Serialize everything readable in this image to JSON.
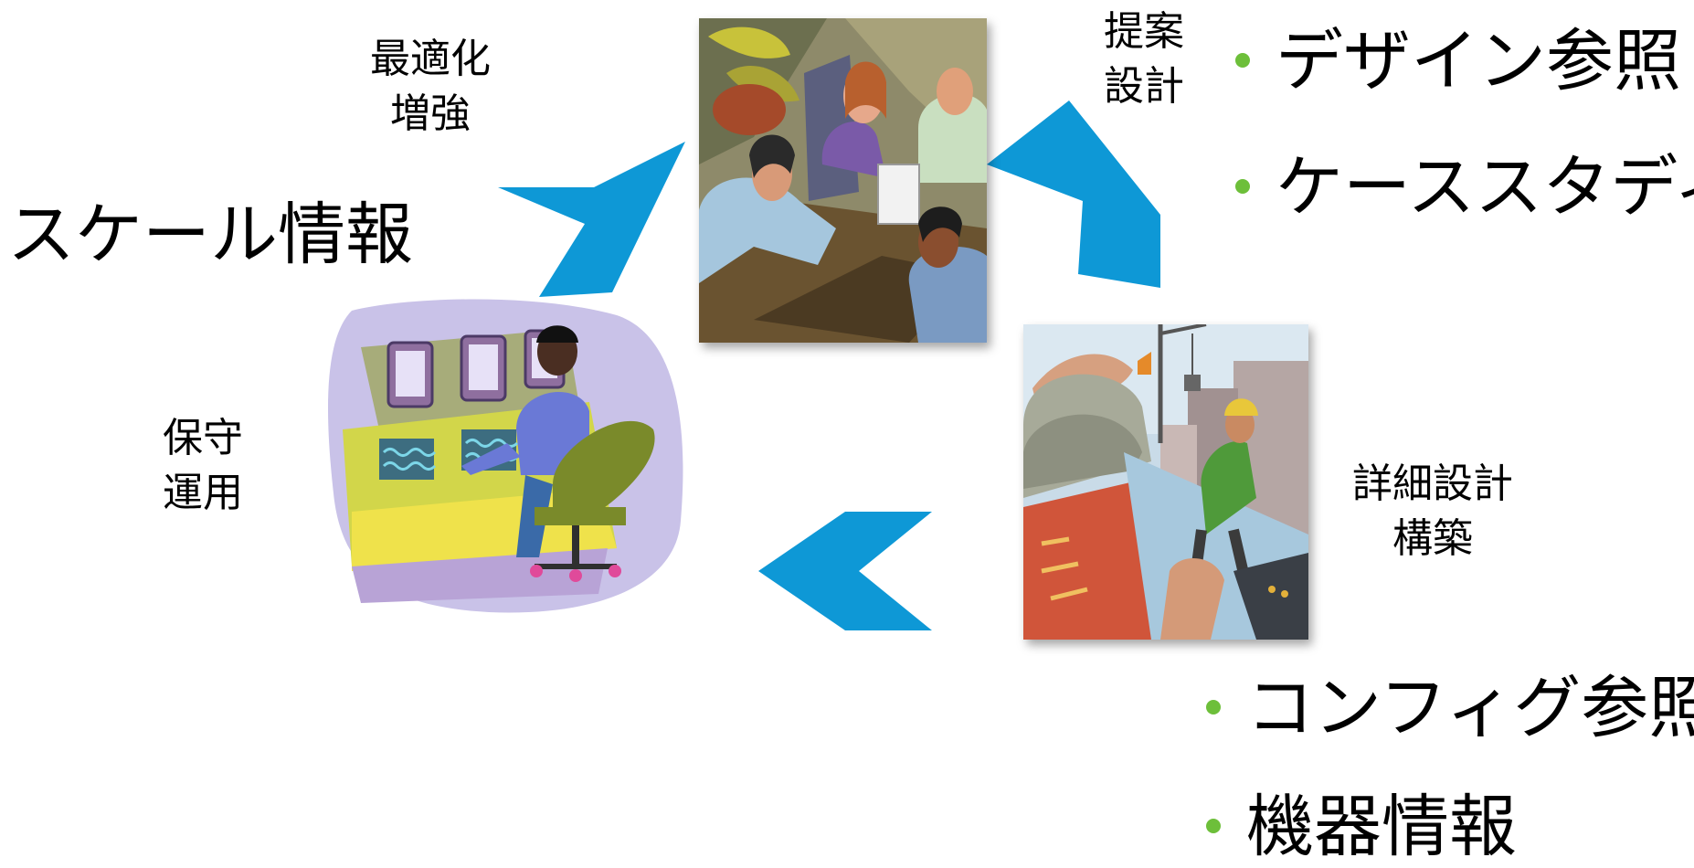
{
  "colors": {
    "arrow": "#0e98d6",
    "bullet": "#6dbf3a",
    "text": "#000000"
  },
  "labels": {
    "optimize": [
      "最適化",
      "増強"
    ],
    "propose": [
      "提案",
      "設計"
    ],
    "detail": [
      "詳細設計",
      "構築"
    ],
    "maintain": [
      "保守",
      "運用"
    ]
  },
  "scale_info": "スケール情報",
  "design_bullets": [
    "デザイン参照",
    "ケーススタディ"
  ],
  "build_bullets": [
    "コンフィグ参照",
    "機器情報"
  ],
  "pictures": {
    "meeting": "meeting-clipart",
    "construction": "construction-clipart",
    "operator": "operator-clipart"
  }
}
